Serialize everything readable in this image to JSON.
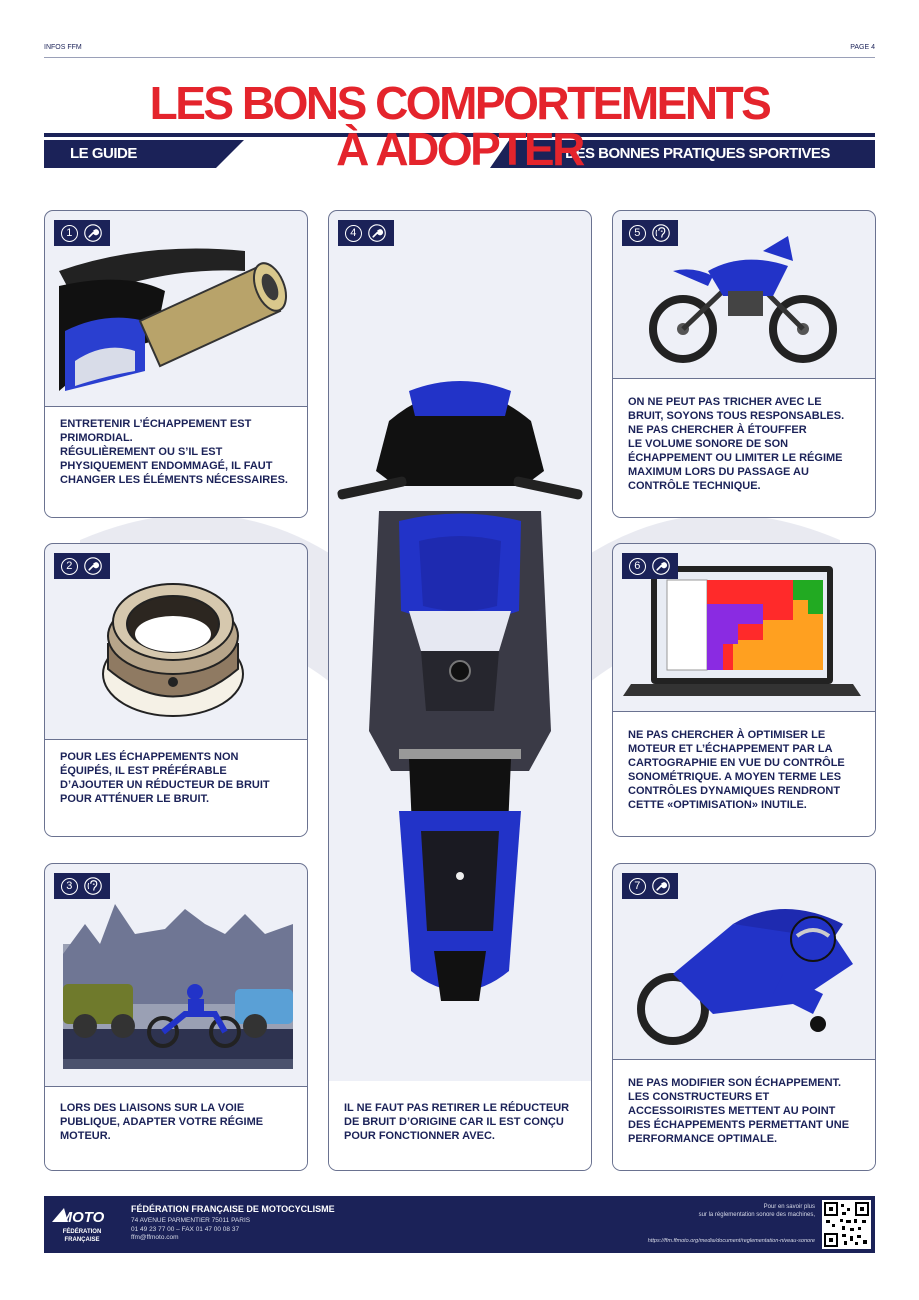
{
  "header": {
    "left": "INFOS FFM",
    "right": "PAGE 4"
  },
  "title": {
    "line1": "LES BONS COMPORTEMENTS",
    "line2": "À ADOPTER",
    "left_banner": "LE GUIDE",
    "right_banner": "DES BONNES PRATIQUES SPORTIVES"
  },
  "cards": [
    {
      "num": "1",
      "icon": "wrench-icon",
      "text": "ENTRETENIR L’ÉCHAPPEMENT EST PRIMORDIAL.\nRÉGULIÈREMENT OU S’IL EST PHYSIQUEMENT ENDOMMAGÉ, IL FAUT CHANGER LES ÉLÉMENTS NÉCESSAIRES."
    },
    {
      "num": "2",
      "icon": "wrench-icon",
      "text": "POUR LES ÉCHAPPEMENTS NON ÉQUIPÉS, IL EST PRÉFÉRABLE D’AJOUTER UN RÉDUCTEUR DE BRUIT POUR ATTÉNUER LE BRUIT."
    },
    {
      "num": "3",
      "icon": "ear-icon",
      "text": "LORS DES LIAISONS SUR LA VOIE PUBLIQUE, ADAPTER VOTRE RÉGIME MOTEUR."
    },
    {
      "num": "4",
      "icon": "wrench-icon",
      "text": "IL NE FAUT PAS RETIRER LE RÉDUCTEUR DE BRUIT D’ORIGINE CAR IL EST CONÇU POUR FONCTIONNER AVEC."
    },
    {
      "num": "5",
      "icon": "ear-icon",
      "text": "ON NE PEUT PAS TRICHER AVEC LE BRUIT, SOYONS TOUS RESPONSABLES.\nNE PAS CHERCHER À ÉTOUFFER\nLE VOLUME SONORE DE SON ÉCHAPPEMENT OU LIMITER LE RÉGIME MAXIMUM LORS DU PASSAGE AU CONTRÔLE TECHNIQUE."
    },
    {
      "num": "6",
      "icon": "wrench-icon",
      "text": "NE PAS CHERCHER À OPTIMISER LE MOTEUR ET L’ÉCHAPPEMENT PAR LA CARTOGRAPHIE EN VUE DU CONTRÔLE SONOMÉTRIQUE. A MOYEN TERME LES CONTRÔLES DYNAMIQUES RENDRONT CETTE «OPTIMISATION» INUTILE."
    },
    {
      "num": "7",
      "icon": "wrench-icon",
      "text": "NE PAS MODIFIER SON ÉCHAPPEMENT. LES CONSTRUCTEURS ET ACCESSOIRISTES METTENT AU POINT DES ÉCHAPPEMENTS PERMETTANT UNE PERFORMANCE OPTIMALE."
    }
  ],
  "footer": {
    "logo": "MOTO",
    "logo_sub1": "FÉDÉRATION",
    "logo_sub2": "FRANÇAISE",
    "name": "FÉDÉRATION FRANÇAISE DE MOTOCYCLISME",
    "address": "74 AVENUE PARMENTIER 75011 PARIS",
    "phone": "01 49 23 77 00 – FAX 01 47 00 08 37",
    "email": "ffm@ffmoto.com",
    "more_line1": "Pour en savoir plus",
    "more_line2": "sur la réglementation sonore des machines,",
    "url": "https://ffm.ffmoto.org/media/document/reglementation-niveau-sonore"
  },
  "colors": {
    "navy": "#1b2258",
    "red": "#e4242c",
    "blue": "#2233c8",
    "card_bg": "#eef0f7"
  }
}
